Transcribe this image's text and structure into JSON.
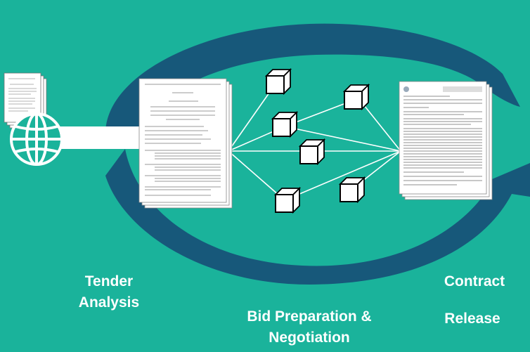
{
  "labels": {
    "tender_line1": "Tender",
    "tender_line2": "Analysis",
    "bid_line1": "Bid Preparation &",
    "bid_line2": "Negotiation",
    "contract_line1": "Contract",
    "contract_line2": "Release"
  },
  "icons": {
    "globe": "globe-icon",
    "cube": "cube-icon",
    "document": "document-stack-icon"
  },
  "colors": {
    "background": "#1ab39b",
    "cycle_arrow": "#17587a",
    "label_text": "#ffffff"
  }
}
